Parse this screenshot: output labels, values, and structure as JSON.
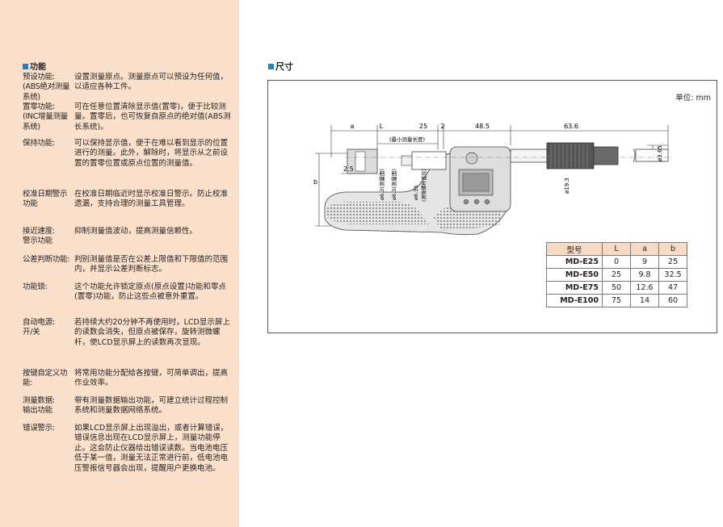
{
  "features": {
    "title": "功能",
    "items": [
      {
        "label": "预设功能:\n(ABS绝对测量系统)",
        "desc": "设置测量原点。测量原点可以预设为任何值，以适应各种工件。"
      },
      {
        "label": "置零功能:\n(INC增量测量系统)",
        "desc": "可在任意位置清除显示值(置零)，便于比较测量。置零后，也可恢复自原点的绝对值(ABS测长系统)。"
      },
      {
        "label": "保持功能:",
        "desc": "可以保持显示值，便于在难以看到显示的位置进行的测量。此外，解除时，将显示从之前设置的置零位置或原点位置的测量值。"
      },
      {
        "label": "校准日期警示功能",
        "desc": "在校准日期临近时显示校准日警示。防止校准遗漏，支持合理的测量工具管理。"
      },
      {
        "label": "接近速度:\n警示功能",
        "desc": "抑制测量值波动，提高测量信赖性。"
      },
      {
        "label": "公差判断功能:",
        "desc": "判别测量值是否在公差上限值和下限值的范围内，并显示公差判断标志。"
      },
      {
        "label": "功能锁:",
        "desc": "这个功能允许锁定原点(原点设置)功能和零点(置零)功能，防止这些点被意外重置。"
      },
      {
        "label": "自动电源:\n开/关",
        "desc": "若持续大约20分钟不再使用时，LCD显示屏上的读数会消失，但原点被保存，旋转测微螺杆，使LCD显示屏上的读数再次显现。"
      },
      {
        "label": "按键自定义功能:",
        "desc": "将常用功能分配给各按键，可简单调出，提高作业效率。"
      },
      {
        "label": "测量数据:\n输出功能",
        "desc": "带有测量数据输出功能，可建立统计过程控制系统和测量数据网络系统。"
      },
      {
        "label": "错误警示:",
        "desc": "如果LCD显示屏上出现溢出，或者计算错误，错误信息出现在LCD显示屏上，测量功能停止。这会防止仪器给出错误读数。当电池电压低于某一值，测量无法正常进行前，低电池电压警报信号器会出现，提醒用户更换电池。"
      }
    ]
  },
  "dimensions": {
    "title": "尺寸",
    "unit_label": "单位: mm",
    "drawing": {
      "dim_a": "a",
      "dim_L": "L",
      "dim_25": "25",
      "dim_2": "2",
      "dim_48_5": "48.5",
      "dim_63_6": "63.6",
      "dim_2_5": "2.5",
      "dim_b": "b",
      "min_range": "(最小测量长度)",
      "anvil_face": "ø6.3(测量面)",
      "spindle_face": "ø6.3(测量面)",
      "spindle_dia": "ø6.35",
      "spindle_note": "(测微螺杆直径)",
      "thimble_dia": "ø19.3",
      "ratchet_dia": "ø3.65"
    },
    "table": {
      "headers": [
        "型号",
        "L",
        "a",
        "b"
      ],
      "rows": [
        [
          "MD-E25",
          "0",
          "9",
          "25"
        ],
        [
          "MD-E50",
          "25",
          "9.8",
          "32.5"
        ],
        [
          "MD-E75",
          "50",
          "12.6",
          "47"
        ],
        [
          "MD-E100",
          "75",
          "14",
          "60"
        ]
      ]
    }
  }
}
